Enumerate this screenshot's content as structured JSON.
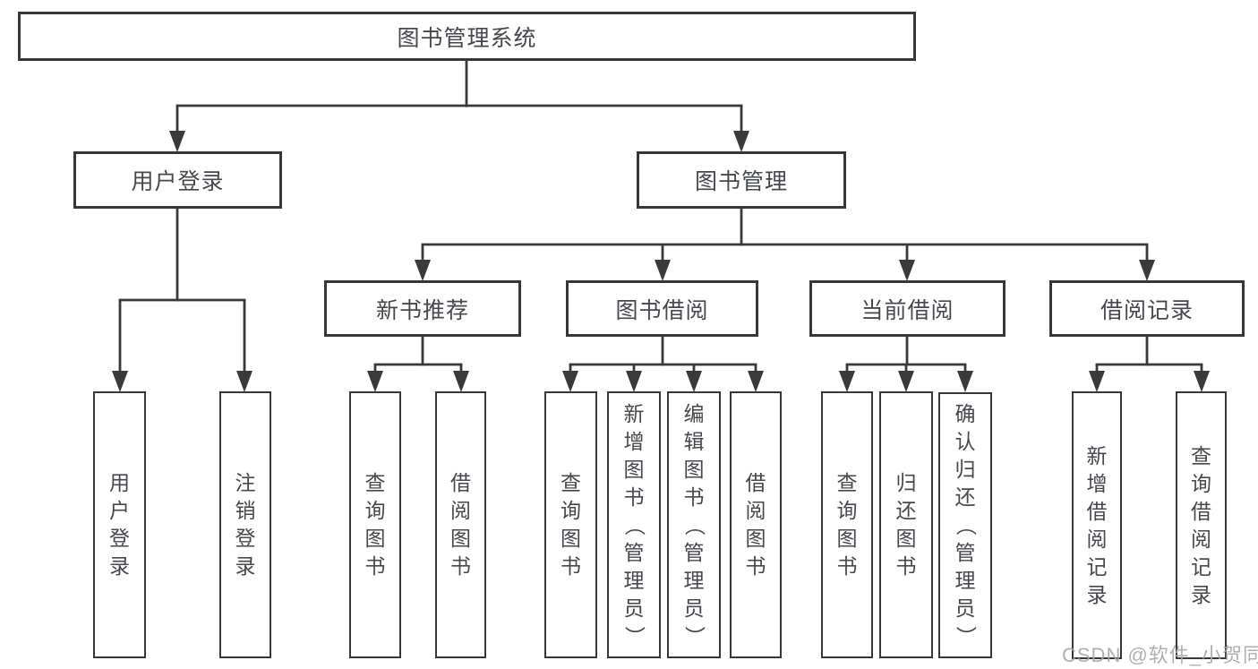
{
  "diagram": {
    "root": {
      "label": "图书管理系统"
    },
    "level2": [
      {
        "id": "user-login",
        "label": "用户登录"
      },
      {
        "id": "book-management",
        "label": "图书管理"
      }
    ],
    "level3": [
      {
        "id": "new-book-recommend",
        "label": "新书推荐"
      },
      {
        "id": "book-borrow",
        "label": "图书借阅"
      },
      {
        "id": "current-borrow",
        "label": "当前借阅"
      },
      {
        "id": "borrow-record",
        "label": "借阅记录"
      }
    ],
    "leaves": [
      {
        "id": "leaf-user-login",
        "label": "用户登录"
      },
      {
        "id": "leaf-logout",
        "label": "注销登录"
      },
      {
        "id": "leaf-newbook-query",
        "label": "查询图书"
      },
      {
        "id": "leaf-newbook-borrow",
        "label": "借阅图书"
      },
      {
        "id": "leaf-bookborrow-query",
        "label": "查询图书"
      },
      {
        "id": "leaf-bookborrow-add",
        "label": "新增图书（管理员）"
      },
      {
        "id": "leaf-bookborrow-edit",
        "label": "编辑图书（管理员）"
      },
      {
        "id": "leaf-bookborrow-borrow",
        "label": "借阅图书"
      },
      {
        "id": "leaf-current-query",
        "label": "查询图书"
      },
      {
        "id": "leaf-current-return",
        "label": "归还图书"
      },
      {
        "id": "leaf-current-confirm",
        "label": "确认归还（管理员）"
      },
      {
        "id": "leaf-record-add",
        "label": "新增借阅记录"
      },
      {
        "id": "leaf-record-query",
        "label": "查询借阅记录"
      }
    ]
  },
  "watermark": {
    "text": "CSDN @软件_小贺同学"
  },
  "colors": {
    "line": "#3a3a3a",
    "box_border": "#373737",
    "text": "#45484d",
    "watermark": "#a8a8a8",
    "background": "#ffffff"
  }
}
